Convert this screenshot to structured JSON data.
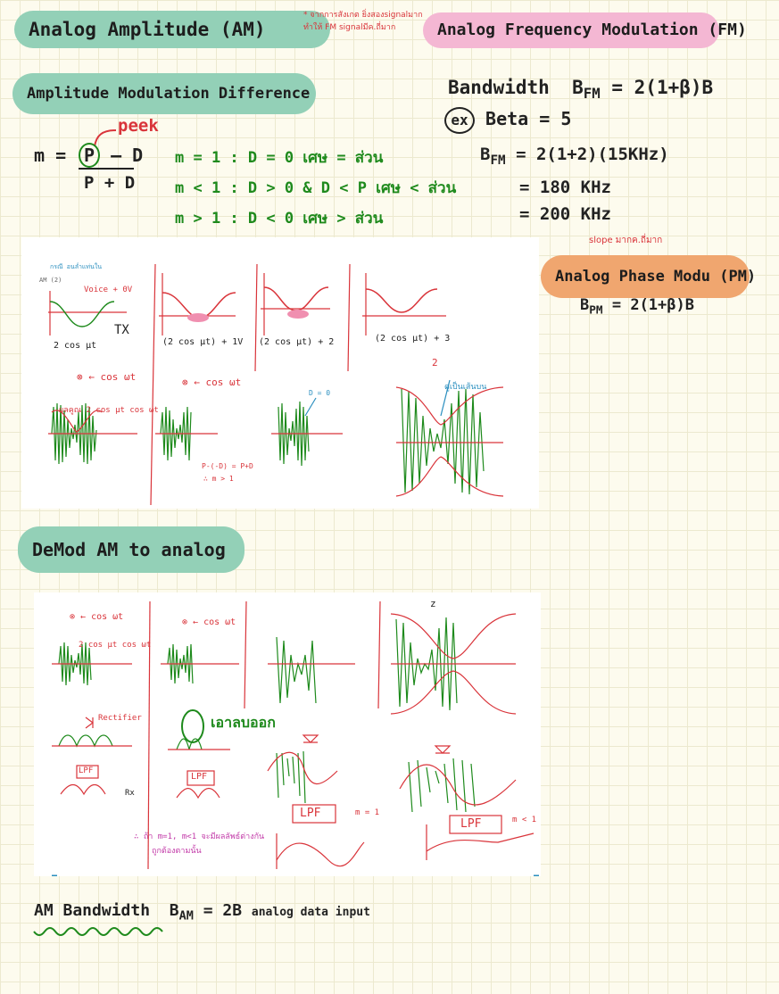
{
  "am_section": {
    "title": "Analog Amplitude (AM)",
    "thai_note_line1": "* จากการสังเกต ยิ่งสองsignalมาก",
    "thai_note_line2": "ทำให้ FM signalมีค.ถี่มาก"
  },
  "fm_section": {
    "title": "Analog Frequency Modulation (FM)",
    "bandwidth_label": "Bandwidth",
    "bandwidth_symbol": "B",
    "bandwidth_sub": "FM",
    "bandwidth_formula": "= 2(1+β)B",
    "example_marker": "ex",
    "beta_line": "Beta = 5",
    "calc_symbol": "B",
    "calc_sub": "FM",
    "calc_line1": "= 2(1+2)(15KHz)",
    "calc_line2": "= 180 KHz",
    "calc_line3": "= 200 KHz"
  },
  "amd_section": {
    "title": "Amplitude Modulation Difference",
    "peek_label": "peek",
    "m_prefix": "m =",
    "numerator_p": "P",
    "numerator_rest": "– D",
    "denominator": "P + D",
    "rules": [
      "m = 1 : D = 0 เศษ = ส่วน",
      "m < 1 : D > 0 & D < P เศษ < ส่วน",
      "m > 1 : D < 0 เศษ > ส่วน"
    ]
  },
  "pm_section": {
    "note": "slope มากค.ถี่มาก",
    "title": "Analog Phase Modu (PM)",
    "formula_symbol": "B",
    "formula_sub": "PM",
    "formula": "= 2(1+β)B"
  },
  "figure1": {
    "small_header": "กรณี อนล่ำแท่นใน",
    "small_header2": "AM (2)",
    "voice_label": "Voice + 0V",
    "tx_label": "TX",
    "expr1": "2 cos μt",
    "expr2": "(2 cos μt) + 1V",
    "expr3": "(2 cos μt) + 2",
    "expr4": "(2 cos μt) + 3",
    "multiply_label": "⊗ ← cos ωt",
    "product_label": "ผลคูณ 2 cos μt cos ωt",
    "d_zero": "D = 0",
    "top_note": "ดูเป็นเส้นบน",
    "note_mid": "P-(-D) = P+D",
    "note_mid2": "∴ m > 1",
    "label_2": "2"
  },
  "demod_section": {
    "title": "DeMod AM to analog"
  },
  "figure2": {
    "multiply_label": "⊗ ← cos ωt",
    "product_label": "2 cos μt cos ωt",
    "rectifier_label": "Rectifier",
    "callout": "เอาลบออก",
    "lpf": "LPF",
    "rx": "Rx",
    "m_eq_1": "m = 1",
    "m_lt_1": "m < 1",
    "thai_note_line1": "∴ ถ้า m=1, m<1 จะมีผลลัพธ์ต่างกัน",
    "thai_note_line2": "ถูกต้องตามนั้น",
    "z_label": "z"
  },
  "am_bandwidth": {
    "label": "AM Bandwidth",
    "symbol": "B",
    "sub": "AM",
    "formula": "= 2B",
    "suffix": "analog data input"
  },
  "colors": {
    "green_pill": "#93d0b7",
    "pink_pill": "#f4b7d3",
    "orange_pill": "#f0a66f",
    "ink_red": "#d9343a",
    "ink_green": "#1e8a1c"
  }
}
